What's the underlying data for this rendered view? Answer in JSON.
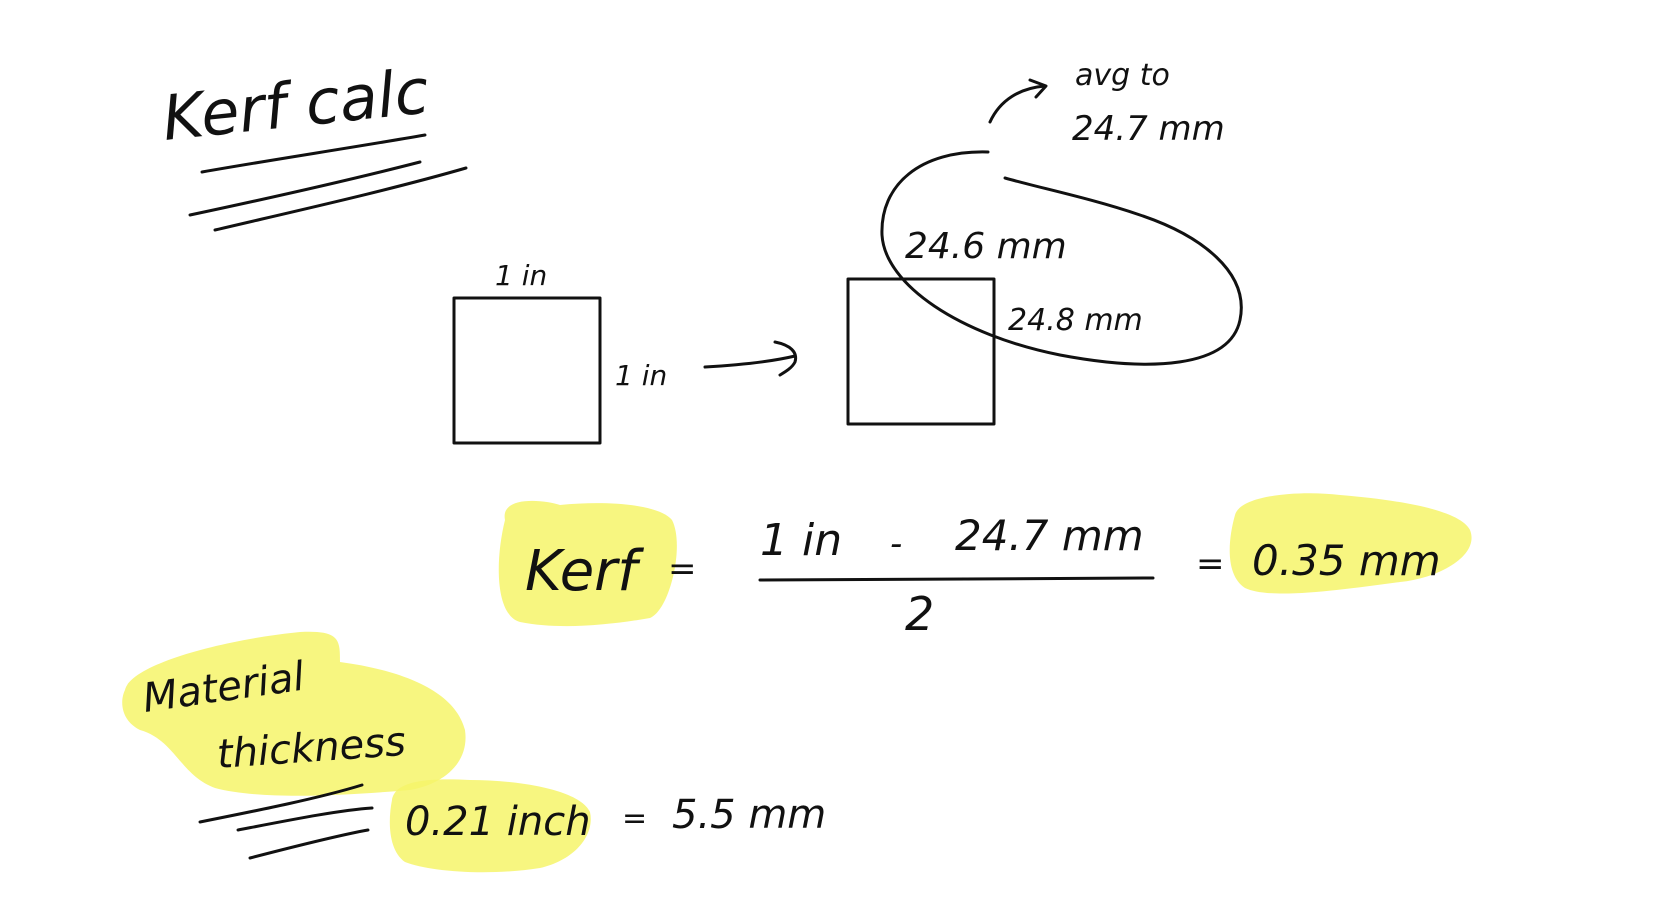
{
  "title": "Kerf calc",
  "original_square": {
    "top_label": "1 in",
    "side_label": "1 in"
  },
  "cut_square": {
    "top_label": "24.6 mm",
    "side_label": "24.8 mm"
  },
  "average_note": {
    "line1": "avg to",
    "line2": "24.7 mm"
  },
  "kerf_formula": {
    "lhs": "Kerf",
    "equals1": "=",
    "numerator_a": "1 in",
    "minus": "-",
    "numerator_b": "24.7 mm",
    "denominator": "2",
    "equals2": "=",
    "result": "0.35 mm"
  },
  "material": {
    "label_line1": "Material",
    "label_line2": "thickness",
    "value_inch": "0.21 inch",
    "equals": "=",
    "value_mm": "5.5 mm"
  },
  "colors": {
    "ink": "#111111",
    "highlight": "#f6f56a",
    "background": "#ffffff"
  }
}
